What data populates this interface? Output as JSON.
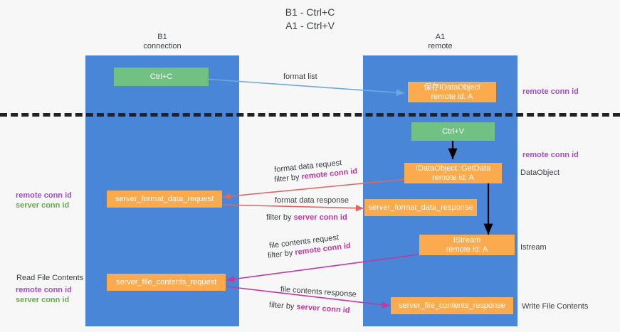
{
  "title": "B1 - Ctrl+C\nA1 - Ctrl+V",
  "lanes": {
    "left": {
      "name": "B1",
      "role": "connection",
      "header": "B1\nconnection",
      "color": "#4a86d8"
    },
    "right": {
      "name": "A1",
      "role": "remote",
      "header": "A1\nremote",
      "color": "#4a86d8"
    }
  },
  "colors": {
    "lane": "#4a86d8",
    "green_node": "#71c282",
    "orange_node": "#fbab4d",
    "purple_label": "#a34fc4",
    "green_label": "#6aa84f",
    "magenta_label": "#c0399f",
    "divider": "#222222",
    "arrow_blue": "#6fa8dc",
    "arrow_black": "#000000",
    "arrow_red": "#e06666",
    "arrow_magenta": "#c0399f",
    "background": "#f7f7f7",
    "text": "#3c4043"
  },
  "nodes": {
    "ctrl_c": {
      "label": "Ctrl+C",
      "type": "green"
    },
    "dataobject_store": {
      "label": "保存IDataObject\nremote id: A",
      "line1": "保存IDataObject",
      "line2": "remote id: A",
      "type": "orange"
    },
    "ctrl_v": {
      "label": "Ctrl+V",
      "type": "green"
    },
    "getdata": {
      "label": "IDataObject::GetData\nremote id: A",
      "line1": "IDataObject::GetData",
      "line2": "remote id: A",
      "type": "orange"
    },
    "format_data_request": {
      "label": "server_format_data_request",
      "type": "orange"
    },
    "format_data_response": {
      "label": "server_format_data_response",
      "type": "orange"
    },
    "istream": {
      "label": "IStream\nremote id: A",
      "line1": "IStream",
      "line2": "remote id: A",
      "type": "orange"
    },
    "file_contents_request": {
      "label": "server_file_contents_request",
      "type": "orange"
    },
    "file_contents_response": {
      "label": "server_file_contents_response",
      "type": "orange"
    }
  },
  "edge_labels": {
    "format_list": "format list",
    "format_data_request": "format data request",
    "format_data_request_filter_prefix": "filter by ",
    "format_data_request_filter_key": "remote conn id",
    "format_data_response": "format data response",
    "format_data_response_filter_prefix": "filter by ",
    "format_data_response_filter_key": "server conn id",
    "file_contents_request": "file contents request",
    "file_contents_request_filter_prefix": "filter by ",
    "file_contents_request_filter_key": "remote conn id",
    "file_contents_response": "file contents response",
    "file_contents_response_filter_prefix": "filter by ",
    "file_contents_response_filter_key": "server conn id"
  },
  "side_labels": {
    "right_top_remote_conn_id": "remote conn id",
    "right_mid_remote_conn_id": "remote conn id",
    "right_dataobject": "DataObject",
    "right_istream": "Istream",
    "right_write_file_contents": "Write File Contents",
    "left_remote_conn_id": "remote conn id",
    "left_server_conn_id": "server conn id",
    "left_read_file_contents": "Read File Contents",
    "left_bottom_remote_conn_id": "remote conn id",
    "left_bottom_server_conn_id": "server conn id"
  }
}
